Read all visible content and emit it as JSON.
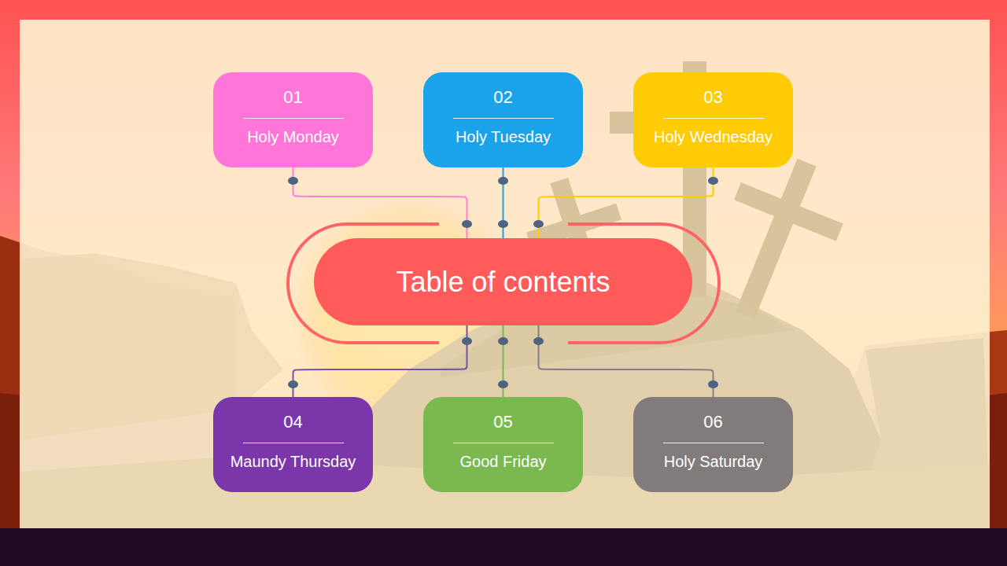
{
  "diagram": {
    "nodes": [
      {
        "text": [
          "01",
          "Holy Monday"
        ]
      },
      {
        "text": [
          "02",
          "Holy Tuesday"
        ]
      },
      {
        "text": [
          "03",
          "Holy Wednesday"
        ]
      },
      {
        "text": [
          "Table of contents"
        ]
      },
      {
        "text": [
          "04",
          "Maundy Thursday"
        ]
      },
      {
        "text": [
          "05",
          "Good Friday"
        ]
      },
      {
        "text": [
          "06",
          "Holy Saturday"
        ]
      }
    ],
    "edges": [
      {
        "from": 3,
        "to": 0,
        "arrow": "none"
      },
      {
        "from": 3,
        "to": 1,
        "arrow": "none"
      },
      {
        "from": 3,
        "to": 2,
        "arrow": "none"
      },
      {
        "from": 3,
        "to": 4,
        "arrow": "none"
      },
      {
        "from": 3,
        "to": 5,
        "arrow": "none"
      },
      {
        "from": 3,
        "to": 6,
        "arrow": "none"
      }
    ]
  }
}
